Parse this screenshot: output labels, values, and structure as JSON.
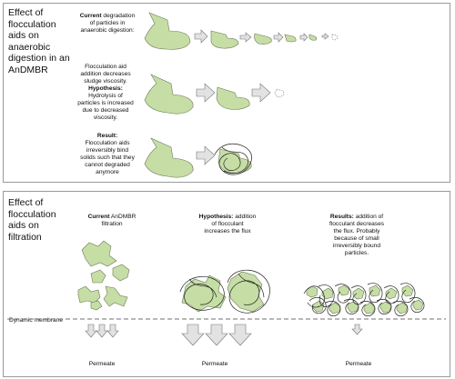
{
  "panel1": {
    "title": "Effect of\nflocculation\naids on\nanaerobic\ndigestion in an\nAnDMBR",
    "row1_bold": "Current",
    "row1_text": "degradation\nof particles in\nanaerobic digestion:",
    "row2_text": "Flocculation aid\naddition decreases\nsludge viscosity.",
    "row2_bold": "Hypothesis:",
    "row2_text2": "Hydrolysis of\nparticles is increased\ndue to decreased\nviscosity.",
    "row3_bold": "Result:",
    "row3_text": "Flocculation aids\nirreversibly bind\nsolids such that they\ncannot degraded\nanymore"
  },
  "panel2": {
    "title": "Effect of\nflocculation\naids on\nfiltration",
    "col1_bold": "Current",
    "col1_text": "AnDMBR\nfiltration",
    "col2_bold": "Hypothesis:",
    "col2_text": "addition\nof flocculant\nincreases the flux",
    "col3_bold": "Results:",
    "col3_text": "addition of\nflocculant decreases\nthe flux. Probably\nbecause of small\nirreversibly bound\nparticles.",
    "membrane_label": "Dynamic membrane",
    "permeate": [
      "Permeate",
      "Permeate",
      "Permeate"
    ]
  }
}
